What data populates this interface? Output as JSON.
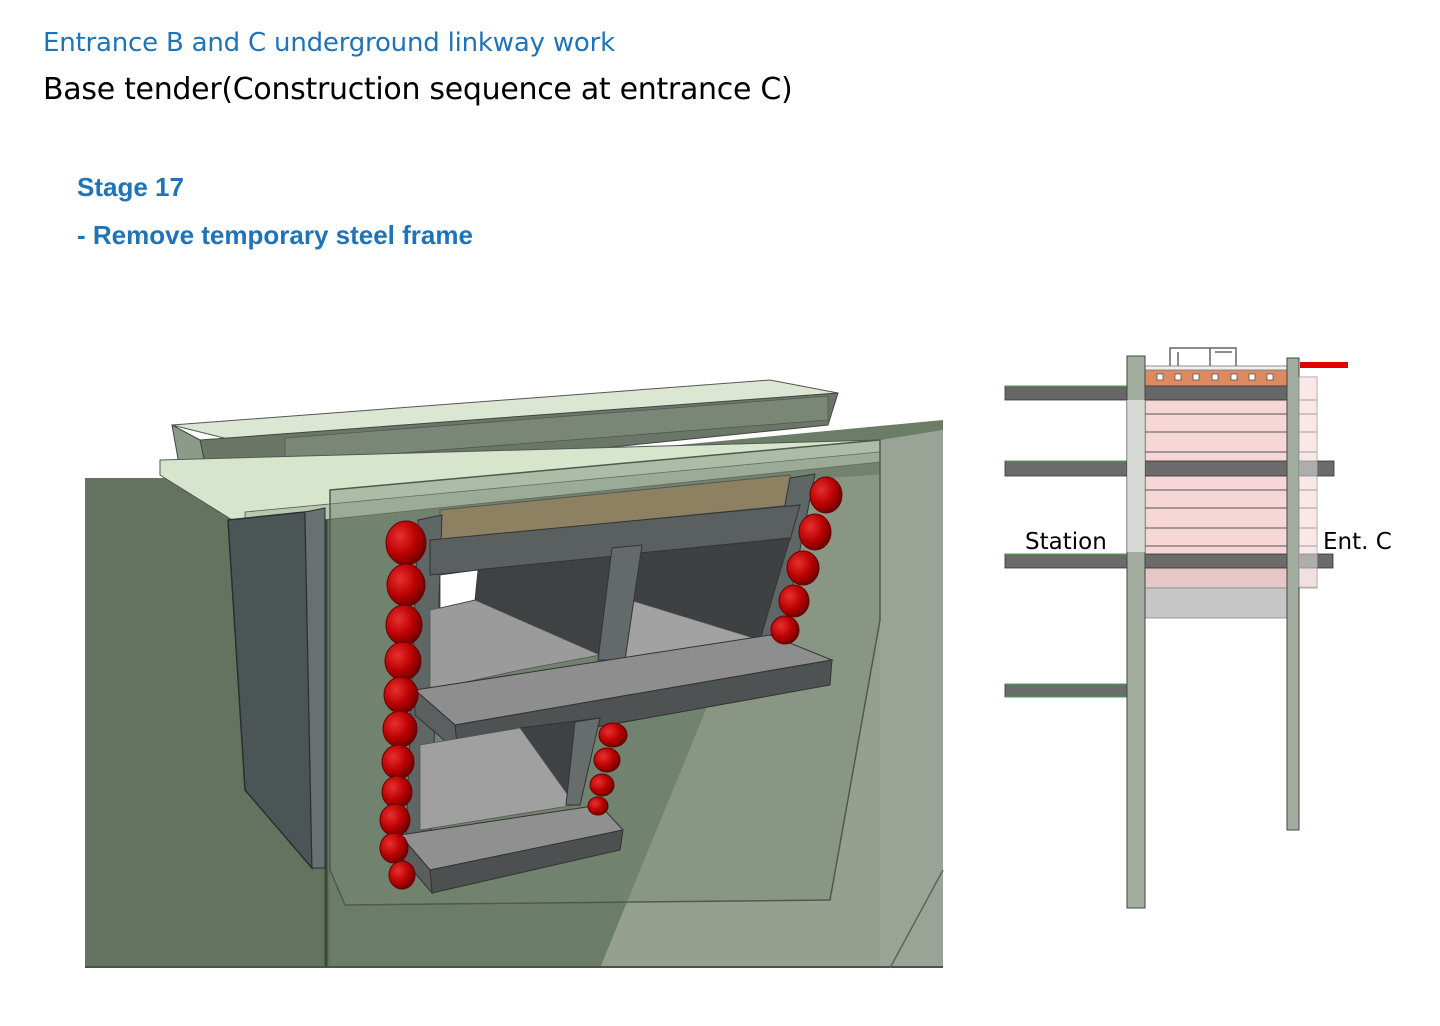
{
  "header": {
    "title": "Entrance B and C underground linkway work",
    "subtitle": "Base tender(Construction sequence at entrance C)"
  },
  "stage": {
    "label": "Stage 17",
    "description": "- Remove temporary steel frame"
  },
  "section": {
    "left_label": "Station",
    "right_label": "Ent. C"
  },
  "colors": {
    "accent_text": "#1f73b7",
    "wall": "#63735f",
    "steel_pile": "#b00000",
    "slab": "#8e8e8e",
    "indicator": "#e00000"
  }
}
